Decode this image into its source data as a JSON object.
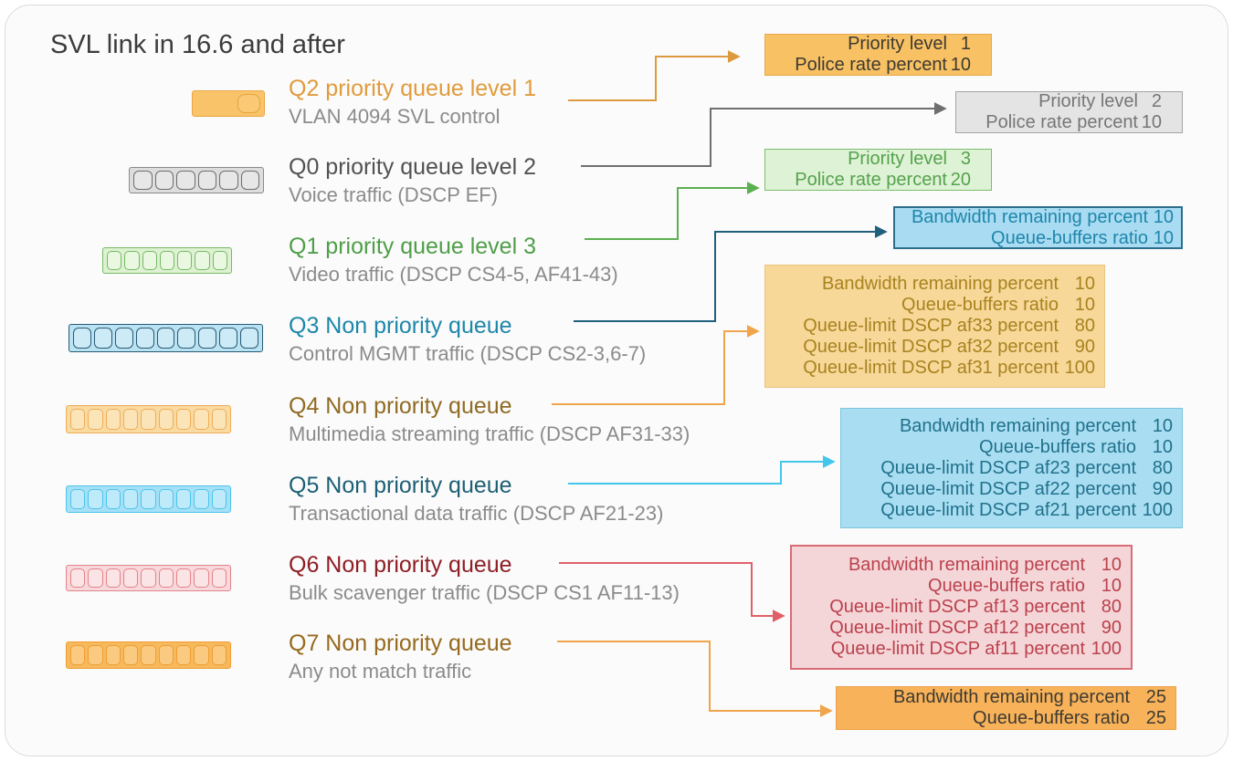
{
  "title": "SVL link in 16.6 and after",
  "colors": {
    "q2_accent": "#e09b3d",
    "q0_accent": "#6f6f6f",
    "q1_accent": "#5bb04f",
    "q3_accent": "#205f7e",
    "q4_accent": "#f0a44c",
    "q5_accent": "#43c6ec",
    "q6_accent": "#e0606a",
    "q7_accent": "#f0a44c",
    "box_orange": "#f8c163",
    "box_gray": "#e4e4e4",
    "box_green": "#def2d5",
    "box_blue": "#a9dcf2",
    "box_tan": "#f7d899",
    "box_pink": "#f5d6d8",
    "box_deep_orange": "#f7b25a"
  },
  "queues": [
    {
      "id": "Q2",
      "title": "Q2 priority queue level 1",
      "subtitle": "VLAN 4094 SVL control",
      "cells": 1
    },
    {
      "id": "Q0",
      "title": "Q0 priority queue level 2",
      "subtitle": "Voice traffic (DSCP EF)",
      "cells": 6
    },
    {
      "id": "Q1",
      "title": "Q1 priority queue level 3",
      "subtitle": "Video traffic (DSCP CS4-5, AF41-43)",
      "cells": 7
    },
    {
      "id": "Q3",
      "title": "Q3 Non priority queue",
      "subtitle": "Control MGMT traffic (DSCP CS2-3,6-7)",
      "cells": 9
    },
    {
      "id": "Q4",
      "title": "Q4 Non priority queue",
      "subtitle": "Multimedia streaming traffic (DSCP AF31-33)",
      "cells": 9
    },
    {
      "id": "Q5",
      "title": "Q5 Non priority queue",
      "subtitle": "Transactional data traffic (DSCP AF21-23)",
      "cells": 9
    },
    {
      "id": "Q6",
      "title": "Q6 Non priority queue",
      "subtitle": "Bulk scavenger traffic (DSCP CS1 AF11-13)",
      "cells": 9
    },
    {
      "id": "Q7",
      "title": "Q7 Non priority queue",
      "subtitle": "Any not match traffic",
      "cells": 9
    }
  ],
  "boxes": [
    {
      "for": "Q2",
      "lines": [
        {
          "label": "Priority level",
          "value": "1"
        },
        {
          "label": "Police rate percent",
          "value": "10"
        }
      ]
    },
    {
      "for": "Q0",
      "lines": [
        {
          "label": "Priority level",
          "value": "2"
        },
        {
          "label": "Police rate percent",
          "value": "10"
        }
      ]
    },
    {
      "for": "Q1",
      "lines": [
        {
          "label": "Priority level",
          "value": "3"
        },
        {
          "label": "Police rate percent",
          "value": "20"
        }
      ]
    },
    {
      "for": "Q3",
      "lines": [
        {
          "label": "Bandwidth remaining percent",
          "value": "10"
        },
        {
          "label": "Queue-buffers ratio",
          "value": "10"
        }
      ]
    },
    {
      "for": "Q4",
      "lines": [
        {
          "label": "Bandwidth remaining percent",
          "value": "10"
        },
        {
          "label": "Queue-buffers ratio",
          "value": "10"
        },
        {
          "label": "Queue-limit DSCP af33 percent",
          "value": "80"
        },
        {
          "label": "Queue-limit DSCP af32 percent",
          "value": "90"
        },
        {
          "label": "Queue-limit DSCP af31 percent",
          "value": "100"
        }
      ]
    },
    {
      "for": "Q5",
      "lines": [
        {
          "label": "Bandwidth remaining percent",
          "value": "10"
        },
        {
          "label": "Queue-buffers ratio",
          "value": "10"
        },
        {
          "label": "Queue-limit DSCP af23 percent",
          "value": "80"
        },
        {
          "label": "Queue-limit DSCP af22 percent",
          "value": "90"
        },
        {
          "label": "Queue-limit DSCP af21 percent",
          "value": "100"
        }
      ]
    },
    {
      "for": "Q6",
      "lines": [
        {
          "label": "Bandwidth remaining percent",
          "value": "10"
        },
        {
          "label": "Queue-buffers ratio",
          "value": "10"
        },
        {
          "label": "Queue-limit DSCP af13 percent",
          "value": "80"
        },
        {
          "label": "Queue-limit DSCP af12 percent",
          "value": "90"
        },
        {
          "label": "Queue-limit DSCP af11 percent",
          "value": "100"
        }
      ]
    },
    {
      "for": "Q7",
      "lines": [
        {
          "label": "Bandwidth remaining percent",
          "value": "25"
        },
        {
          "label": "Queue-buffers ratio",
          "value": "25"
        }
      ]
    }
  ]
}
